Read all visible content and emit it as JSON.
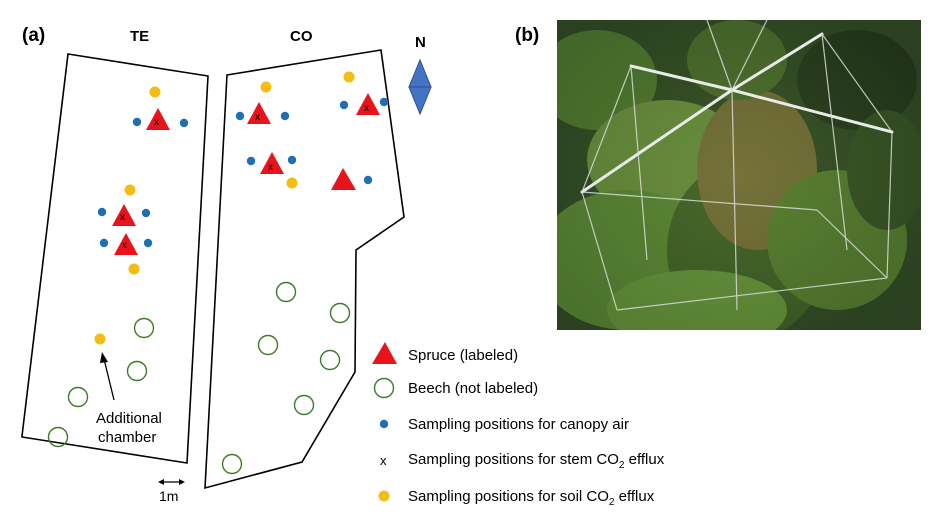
{
  "panel_a": {
    "label": "(a)",
    "plot_te": "TE",
    "plot_co": "CO",
    "north": "N",
    "annotation_line1": "Additional",
    "annotation_line2": "chamber",
    "scale": "1m"
  },
  "panel_b": {
    "label": "(b)"
  },
  "legend": {
    "spruce": "Spruce (labeled)",
    "beech": "Beech (not labeled)",
    "canopy": "Sampling positions for canopy air",
    "stem_marker": "x",
    "stem_prefix": "Sampling positions for stem CO",
    "stem_sub": "2",
    "stem_suffix": " efflux",
    "soil_prefix": "Sampling positions for soil CO",
    "soil_sub": "2",
    "soil_suffix": " efflux"
  },
  "colors": {
    "spruce": "#e8141b",
    "beech_outline": "#3d7a2a",
    "canopy": "#1f6fb5",
    "soil": "#f5bd14",
    "north_arrow": "#4472c4"
  }
}
